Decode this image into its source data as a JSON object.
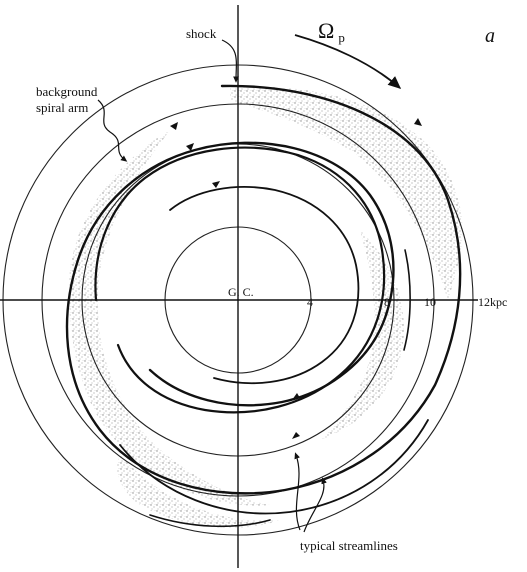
{
  "panel_label": "a",
  "rotation": {
    "symbol": "Ω",
    "subscript": "p"
  },
  "center_label": "G. C.",
  "axis_ticks": [
    "4",
    "8",
    "10",
    "12kpc"
  ],
  "annotations": {
    "shock": "shock",
    "spiral_arm_line1": "background",
    "spiral_arm_line2": "spiral arm",
    "streamlines": "typical streamlines"
  }
}
